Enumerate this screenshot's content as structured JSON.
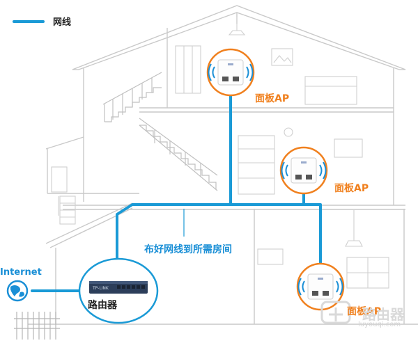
{
  "legend": {
    "label": "网线",
    "line_color": "#1a9ad6"
  },
  "access_points": [
    {
      "label": "面板AP"
    },
    {
      "label": "面板AP"
    },
    {
      "label": "面板AP"
    }
  ],
  "cabling_note": "布好网线到所需房间",
  "router": {
    "label": "路由器",
    "brand_text": "TP-LINK"
  },
  "internet": {
    "label": "Internet"
  },
  "watermark": {
    "name": "路由器",
    "url": "luyouqi.com"
  },
  "colors": {
    "cable": "#1a9ad6",
    "ap_ring": "#f0801e",
    "wifi_waves": "#1a8fd6",
    "house_outline": "#c8c8c8",
    "accent_text": "#f0801e"
  }
}
